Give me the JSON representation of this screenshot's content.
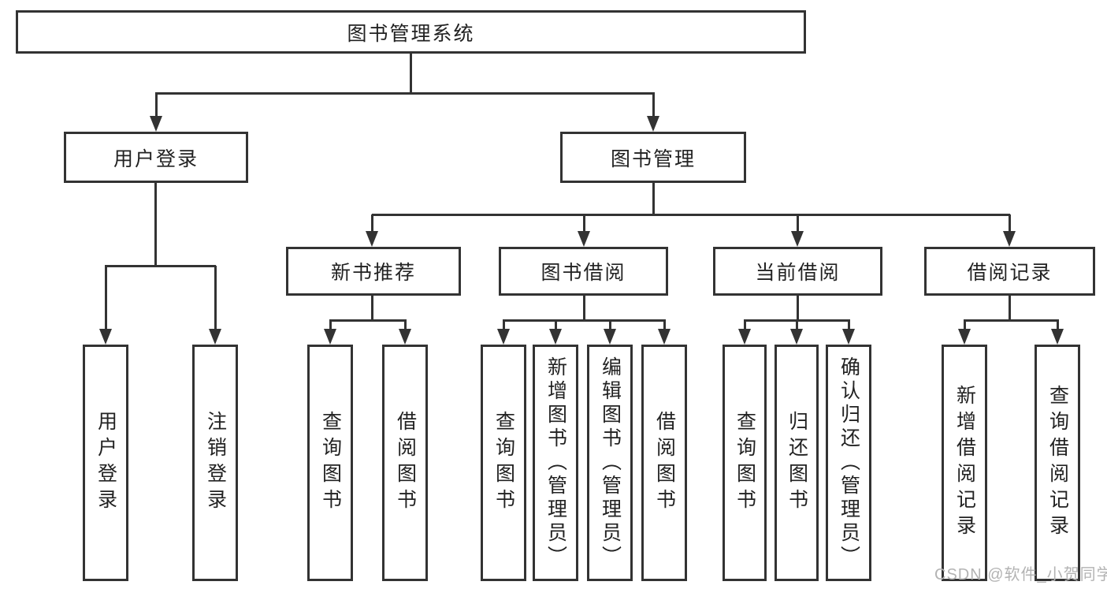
{
  "diagram": {
    "type": "hierarchy-diagram",
    "root": {
      "label": "图书管理系统"
    },
    "level2": [
      {
        "label": "用户登录"
      },
      {
        "label": "图书管理"
      }
    ],
    "level3": [
      {
        "label": "新书推荐"
      },
      {
        "label": "图书借阅"
      },
      {
        "label": "当前借阅"
      },
      {
        "label": "借阅记录"
      }
    ],
    "leaves": {
      "user_login": [
        {
          "label": "用户登录"
        },
        {
          "label": "注销登录"
        }
      ],
      "new_books": [
        {
          "label": "查询图书"
        },
        {
          "label": "借阅图书"
        }
      ],
      "book_borrow": [
        {
          "label": "查询图书"
        },
        {
          "label": "新增图书（管理员）"
        },
        {
          "label": "编辑图书（管理员）"
        },
        {
          "label": "借阅图书"
        }
      ],
      "current_borrow": [
        {
          "label": "查询图书"
        },
        {
          "label": "归还图书"
        },
        {
          "label": "确认归还（管理员）"
        }
      ],
      "borrow_records": [
        {
          "label": "新增借阅记录"
        },
        {
          "label": "查询借阅记录"
        }
      ]
    }
  },
  "watermark": {
    "text": "CSDN @软件_小贺同学"
  },
  "colors": {
    "border": "#333333",
    "line": "#333333",
    "text": "#222222",
    "watermark": "#b3b3b3",
    "background": "#ffffff"
  }
}
